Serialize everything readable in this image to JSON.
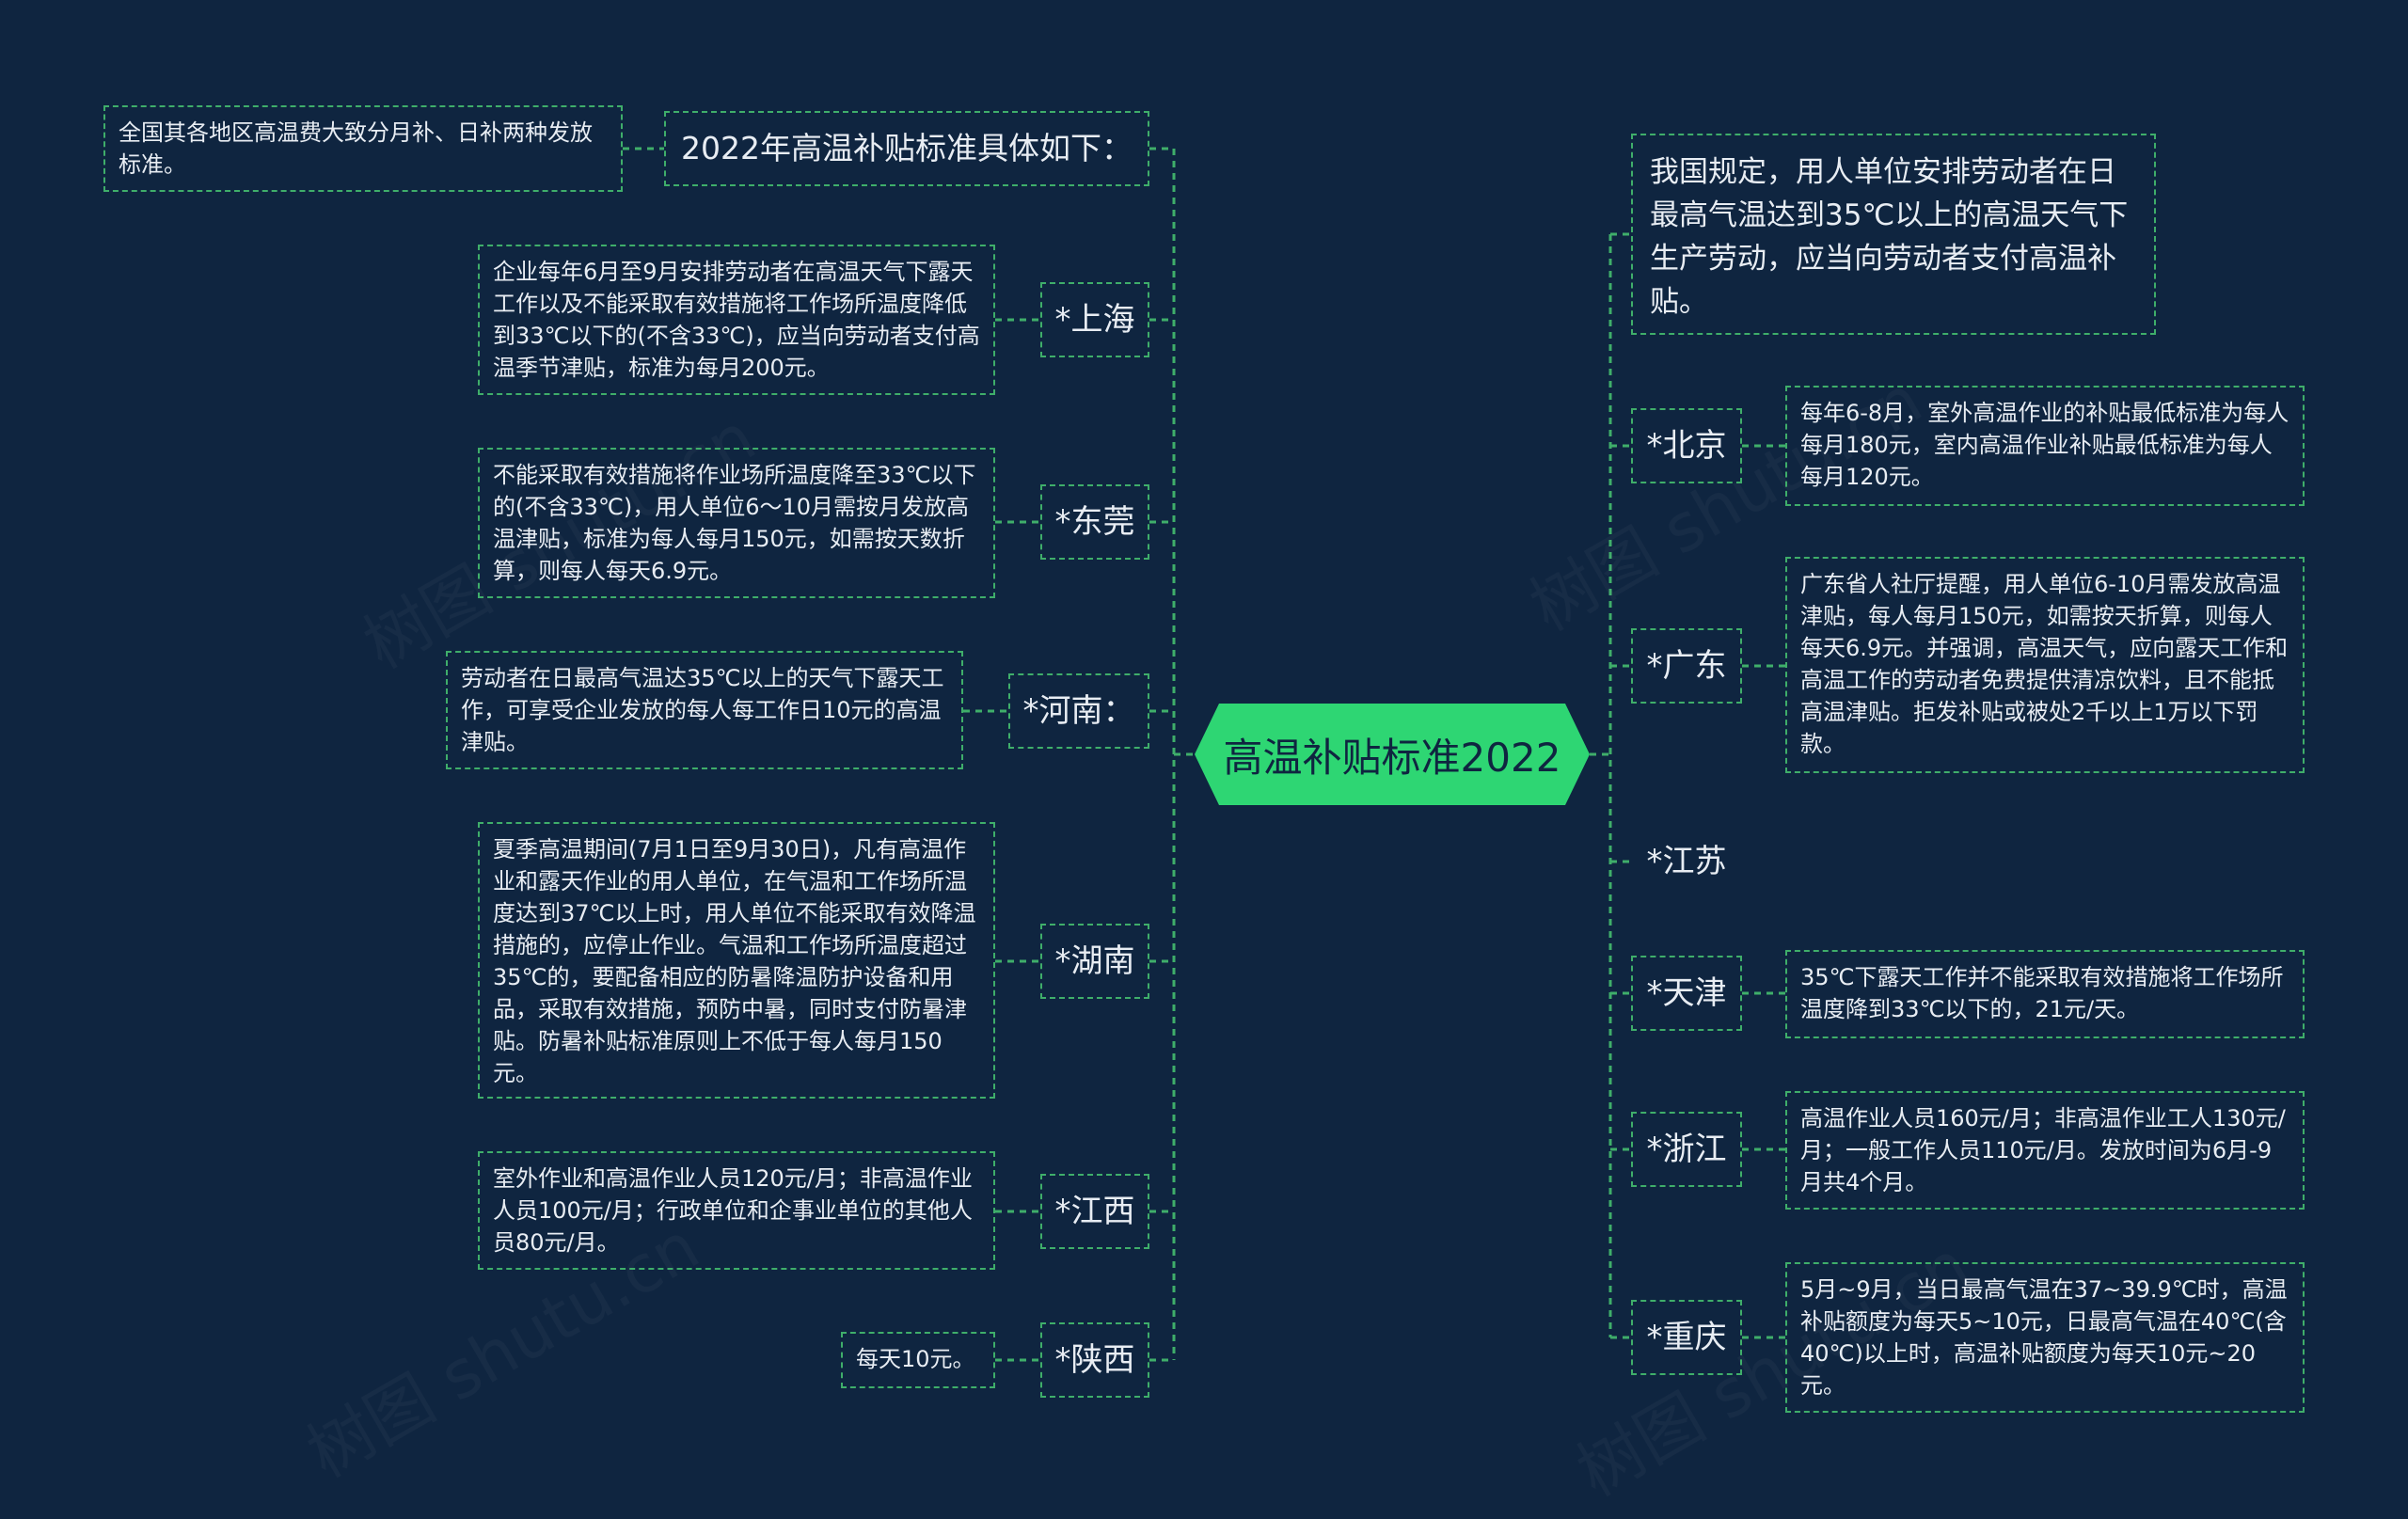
{
  "center": {
    "label": "高温补贴标准2022"
  },
  "left": [
    {
      "label": "2022年高温补贴标准具体如下：",
      "detail": "全国其各地区高温费大致分月补、日补两种发放标准。"
    },
    {
      "label": "*上海",
      "detail": "企业每年6月至9月安排劳动者在高温天气下露天工作以及不能采取有效措施将工作场所温度降低到33℃以下的(不含33℃)，应当向劳动者支付高温季节津贴，标准为每月200元。"
    },
    {
      "label": "*东莞",
      "detail": "不能采取有效措施将作业场所温度降至33℃以下的(不含33℃)，用人单位6～10月需按月发放高温津贴，标准为每人每月150元，如需按天数折算，则每人每天6.9元。"
    },
    {
      "label": "*河南：",
      "detail": "劳动者在日最高气温达35℃以上的天气下露天工作，可享受企业发放的每人每工作日10元的高温津贴。"
    },
    {
      "label": "*湖南",
      "detail": "夏季高温期间(7月1日至9月30日)，凡有高温作业和露天作业的用人单位，在气温和工作场所温度达到37℃以上时，用人单位不能采取有效降温措施的，应停止作业。气温和工作场所温度超过35℃的，要配备相应的防暑降温防护设备和用品，采取有效措施，预防中暑，同时支付防暑津贴。防暑补贴标准原则上不低于每人每月150元。"
    },
    {
      "label": "*江西",
      "detail": "室外作业和高温作业人员120元/月；非高温作业人员100元/月；行政单位和企事业单位的其他人员80元/月。"
    },
    {
      "label": "*陕西",
      "detail": "每天10元。"
    }
  ],
  "right": [
    {
      "label": "",
      "detail": "我国规定，用人单位安排劳动者在日最高气温达到35℃以上的高温天气下生产劳动，应当向劳动者支付高温补贴。"
    },
    {
      "label": "*北京",
      "detail": "每年6-8月，室外高温作业的补贴最低标准为每人每月180元，室内高温作业补贴最低标准为每人每月120元。"
    },
    {
      "label": "*广东",
      "detail": "广东省人社厅提醒，用人单位6-10月需发放高温津贴，每人每月150元，如需按天折算，则每人每天6.9元。并强调，高温天气，应向露天工作和高温工作的劳动者免费提供清凉饮料，且不能抵高温津贴。拒发补贴或被处2千以上1万以下罚款。"
    },
    {
      "label": "*江苏",
      "detail": ""
    },
    {
      "label": "*天津",
      "detail": "35℃下露天工作并不能采取有效措施将工作场所温度降到33℃以下的，21元/天。"
    },
    {
      "label": "*浙江",
      "detail": "高温作业人员160元/月；非高温作业工人130元/月；一般工作人员110元/月。发放时间为6月-9月共4个月。"
    },
    {
      "label": "*重庆",
      "detail": "5月~9月，当日最高气温在37~39.9℃时，高温补贴额度为每天5~10元，日最高气温在40℃(含40℃)以上时，高温补贴额度为每天10元~20元。"
    }
  ],
  "style": {
    "line_color": "#3fae6a",
    "center_color": "#2ed673",
    "background": "#0f2540"
  }
}
